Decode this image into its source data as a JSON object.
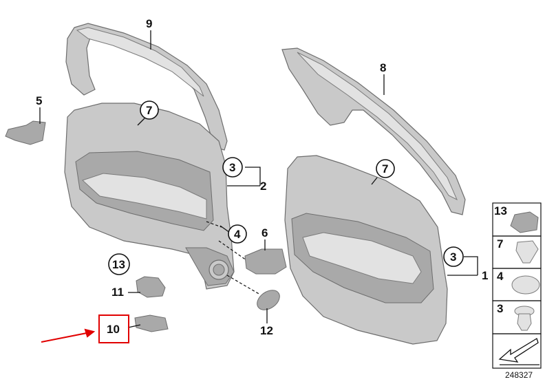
{
  "callouts": {
    "c1": "1",
    "c2": "2",
    "c3a": "3",
    "c3b": "3",
    "c4": "4",
    "c5": "5",
    "c6": "6",
    "c7a": "7",
    "c7b": "7",
    "c8": "8",
    "c9": "9",
    "c10": "10",
    "c11": "11",
    "c12": "12",
    "c13": "13"
  },
  "legend": {
    "items": [
      {
        "label": "13",
        "icon": "trim-clip-icon"
      },
      {
        "label": "7",
        "icon": "metal-clip-icon"
      },
      {
        "label": "4",
        "icon": "round-cap-icon"
      },
      {
        "label": "3",
        "icon": "expanding-rivet-icon"
      }
    ],
    "arrow_icon": "direction-arrow-icon"
  },
  "diagram_number": "248327",
  "highlight": {
    "color": "#e10000",
    "target": "10"
  }
}
